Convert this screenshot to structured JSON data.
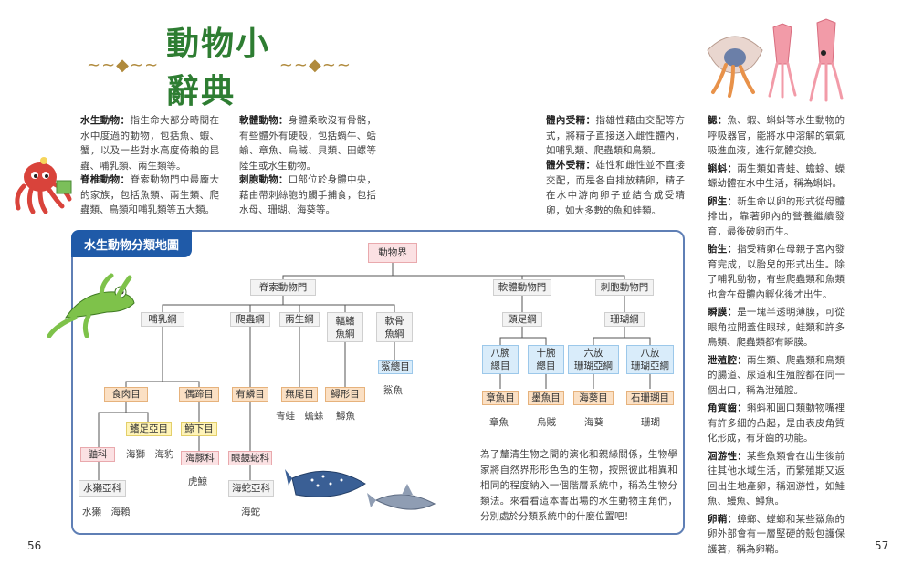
{
  "title": "動物小辭典",
  "title_ornament_left": "~~◆~~",
  "title_ornament_right": "~~◆~~",
  "page_left": "56",
  "page_right": "57",
  "left_col1": {
    "shuisheng_term": "水生動物：",
    "shuisheng_text": "指生命大部分時間在水中度過的動物，包括魚、蝦、蟹，以及一些對水高度倚賴的昆蟲、哺乳類、兩生類等。",
    "jizhui_term": "脊椎動物：",
    "jizhui_text": "脊索動物門中最龐大的家族，包括魚類、兩生類、爬蟲類、鳥類和哺乳類等五大類。"
  },
  "left_col2": {
    "ruanti_term": "軟體動物：",
    "ruanti_text": "身體柔軟沒有骨骼，有些體外有硬殼，包括蝸牛、蛞蝓、章魚、烏賊、貝類、田螺等陸生或水生動物。",
    "cibao_term": "刺胞動物：",
    "cibao_text": "口部位於身體中央，藉由帶刺絲胞的觸手捕食，包括水母、珊瑚、海葵等。"
  },
  "right_col1": {
    "tinei_term": "體內受精：",
    "tinei_text": "指雄性藉由交配等方式，將精子直接送入雌性體內，如哺乳類、爬蟲類和鳥類。",
    "tiwai_term": "體外受精：",
    "tiwai_text": "雄性和雌性並不直接交配，而是各自排放精卵，精子在水中游向卵子並結合成受精卵，如大多數的魚和蛙類。"
  },
  "right_col2": [
    {
      "term": "鰓：",
      "text": "魚、蝦、蝌蚪等水生動物的呼吸器官，能將水中溶解的氧氣吸進血液，進行氣體交換。"
    },
    {
      "term": "蝌蚪：",
      "text": "兩生類如青蛙、蟾蜍、蠑螈幼體在水中生活，稱為蝌蚪。"
    },
    {
      "term": "卵生：",
      "text": "新生命以卵的形式從母體排出，靠著卵內的營養繼續發育，最後破卵而生。"
    },
    {
      "term": "胎生：",
      "text": "指受精卵在母親子宮內發育完成，以胎兒的形式出生。除了哺乳動物，有些爬蟲類和魚類也會在母體內孵化後才出生。"
    },
    {
      "term": "瞬膜：",
      "text": "是一塊半透明薄膜，可從眼角拉開蓋住眼球，蛙類和許多鳥類、爬蟲類都有瞬膜。"
    },
    {
      "term": "泄殖腔：",
      "text": "兩生類、爬蟲類和鳥類的腸道、尿道和生殖腔都在同一個出口，稱為泄殖腔。"
    },
    {
      "term": "角質齒：",
      "text": "蝌蚪和圓口類動物嘴裡有許多細的凸起，是由表皮角質化形成，有牙齒的功能。"
    },
    {
      "term": "洄游性：",
      "text": "某些魚類會在出生後前往其他水域生活，而繁殖期又返回出生地產卵，稱洄游性，如鮭魚、鰻魚、鱘魚。"
    },
    {
      "term": "卵鞘：",
      "text": "蟑螂、螳螂和某些鯊魚的卵外部會有一層堅硬的殼包護保護著，稱為卵鞘。"
    }
  ],
  "map": {
    "title": "水生動物分類地圖",
    "nodes": {
      "animal": "動物界",
      "chordata": "脊索動物門",
      "mollusca": "軟體動物門",
      "cnidaria": "刺胞動物門",
      "mammalia": "哺乳綱",
      "reptilia": "爬蟲綱",
      "amphibia": "兩生綱",
      "cyclostomata": "輻鰭\n魚綱",
      "chondrichthyes": "軟骨\n魚綱",
      "cephalopoda": "頭足綱",
      "anthozoa": "珊瑚綱",
      "octopoda": "八腕\n總目",
      "decapoda": "十腕\n總目",
      "hexacorallia": "六放\n珊瑚亞綱",
      "octocorallia": "八放\n珊瑚亞綱",
      "selachimorpha": "鯊總目",
      "carnivora": "食肉目",
      "artiodactyla": "偶蹄目",
      "squamata": "有鱗目",
      "anura": "無尾目",
      "acipenseriformes": "鱘形目",
      "octopus_order": "章魚目",
      "squid_order": "墨魚目",
      "actiniaria": "海葵目",
      "scleractinia": "石珊瑚目",
      "pinnipedia": "鰭足亞目",
      "cetacea": "鯨下目",
      "mustelidae": "鼬科",
      "delphinidae": "海豚科",
      "serpentes": "眼鏡蛇科",
      "lutrinae": "水獺亞科",
      "hydrophiinae": "海蛇亞科"
    },
    "leaves": {
      "shark": "鯊魚",
      "frog_toad": "青蛙　蟾蜍",
      "sturgeon": "鱘魚",
      "octopus": "章魚",
      "squid": "烏賊",
      "anemone": "海葵",
      "coral": "珊瑚",
      "sealion_seal": "海獅　海豹",
      "orca": "虎鯨",
      "otters": "水獺　海賴",
      "seasnake": "海蛇"
    },
    "note": "為了釐清生物之間的演化和親緣關係，生物學家將自然界形形色色的生物，按照彼此相異和相同的程度納入一個階層系統中，稱為生物分類法。來看看這本書出場的水生動物主角們，分別處於分類系統中的什麼位置吧！"
  }
}
